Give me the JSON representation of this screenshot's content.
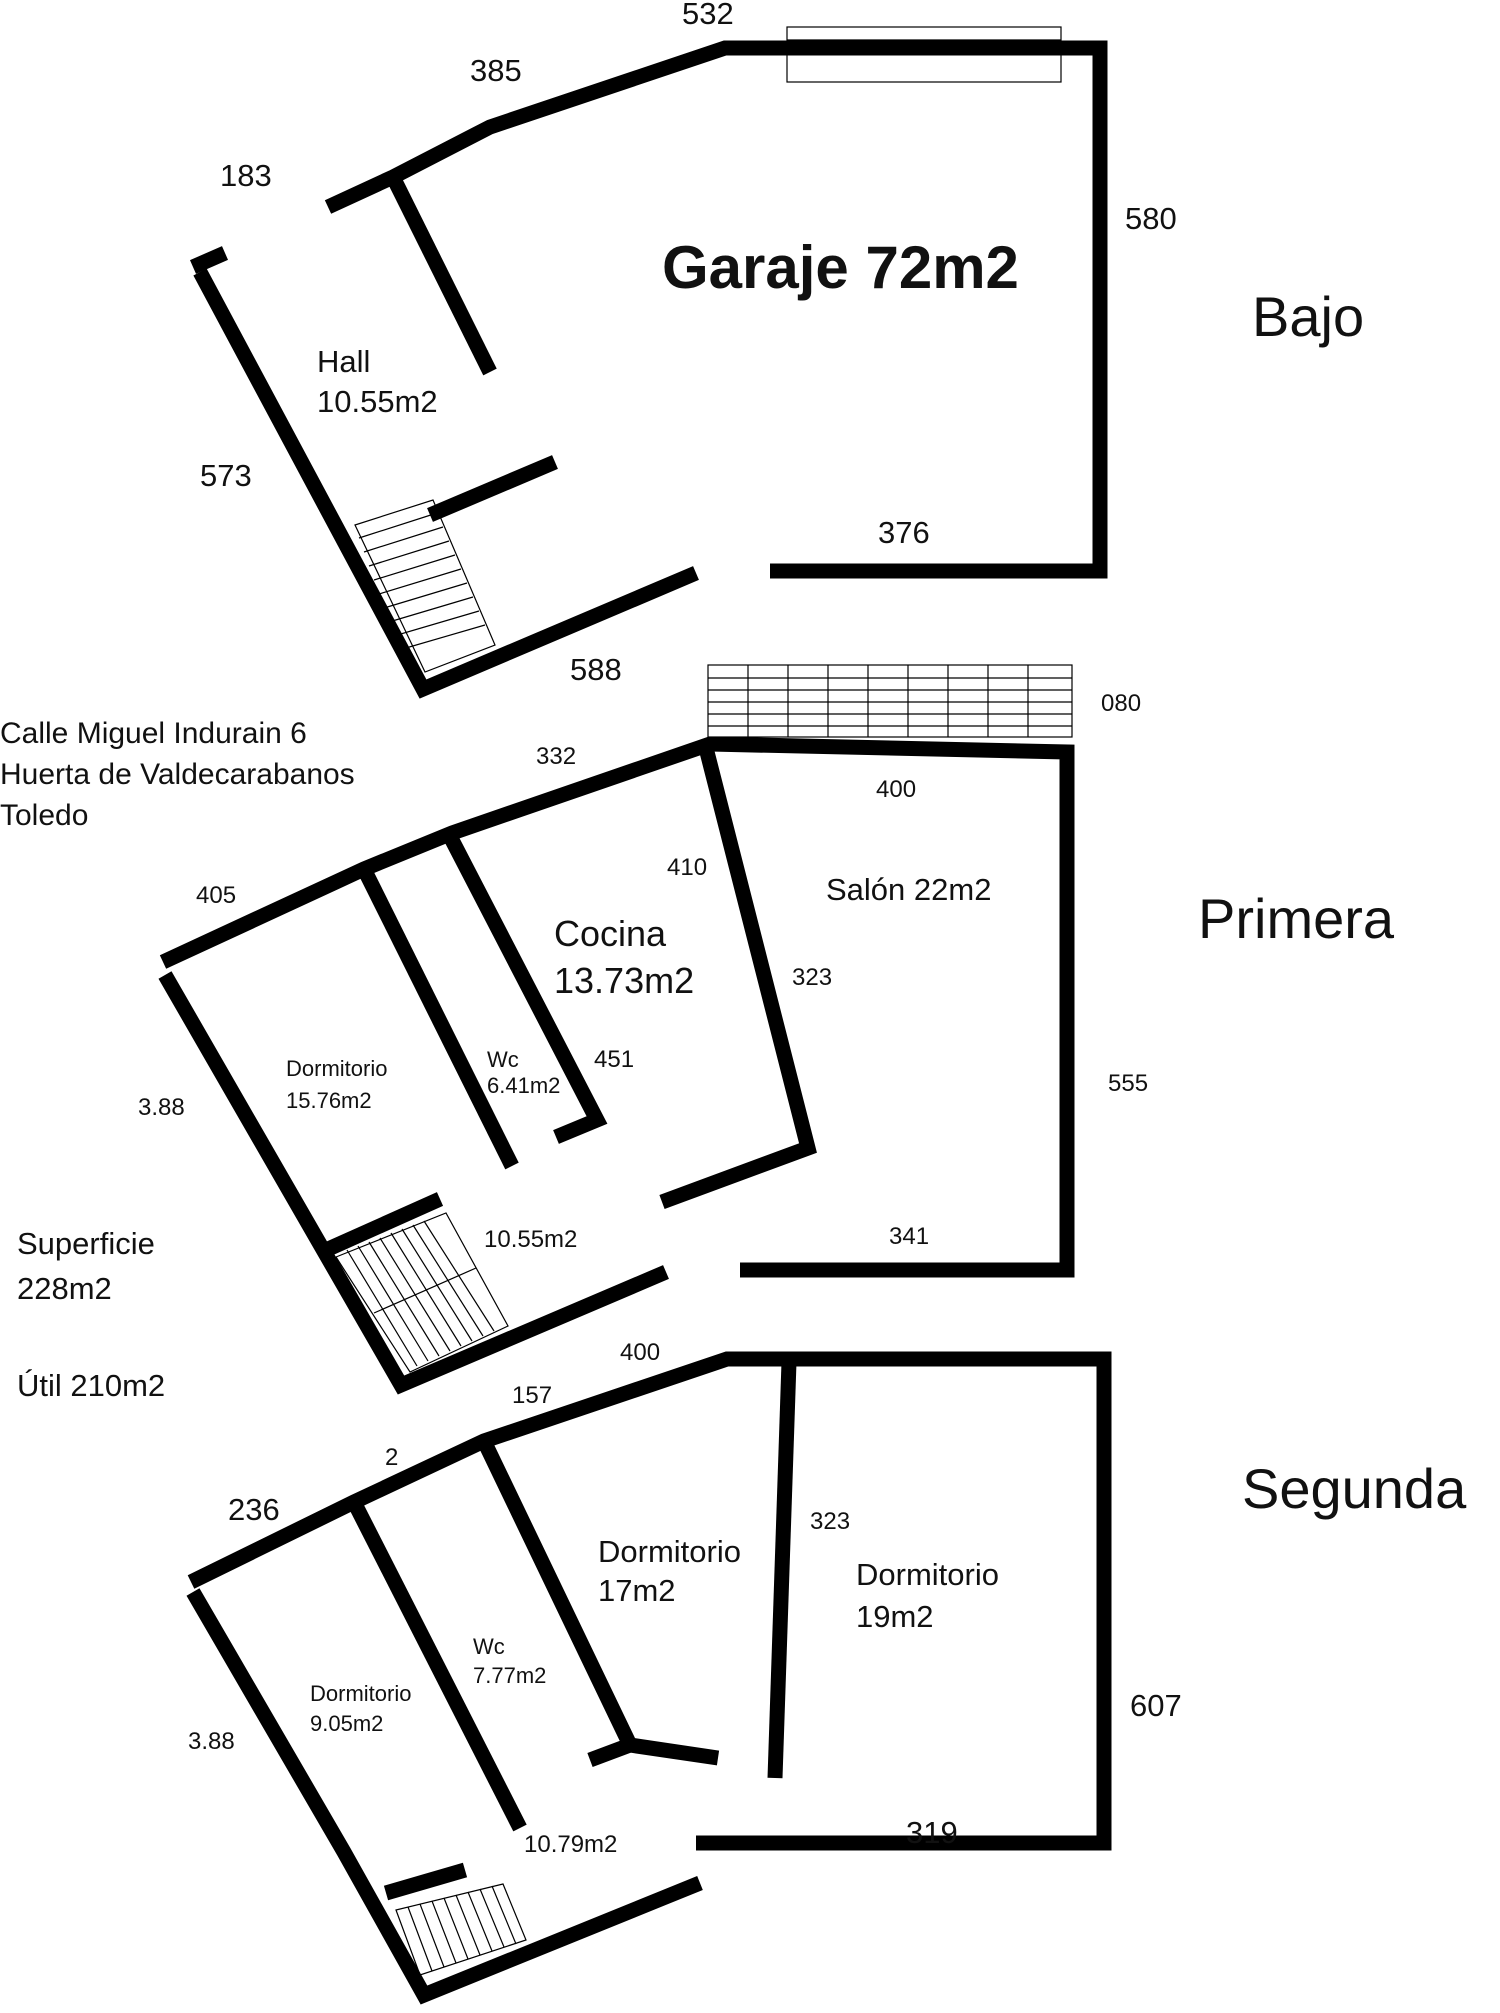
{
  "address": {
    "line1": "Calle Miguel Indurain 6",
    "line2": "Huerta de Valdecarabanos",
    "line3": "Toledo"
  },
  "summary": {
    "superficie_l1": "Superficie",
    "superficie_l2": "228m2",
    "util": "Útil 210m2"
  },
  "bajo": {
    "floor_label": "Bajo",
    "garage": "Garaje 72m2",
    "hall_name": "Hall",
    "hall_area": "10.55m2",
    "dims": {
      "d532": "532",
      "d385": "385",
      "d183": "183",
      "d580": "580",
      "d573": "573",
      "d376": "376",
      "d588": "588"
    }
  },
  "primera": {
    "floor_label": "Primera",
    "terrace_dim": "080",
    "salon": "Salón 22m2",
    "cocina_name": "Cocina",
    "cocina_area": "13.73m2",
    "dorm_name": "Dormitorio",
    "dorm_area": "15.76m2",
    "wc_name": "Wc",
    "wc_area": "6.41m2",
    "hall_area": "10.55m2",
    "dims": {
      "d332": "332",
      "d400": "400",
      "d410": "410",
      "d405": "405",
      "d323": "323",
      "d451": "451",
      "d388": "3.88",
      "d555": "555",
      "d341": "341",
      "d400b": "400"
    }
  },
  "segunda": {
    "floor_label": "Segunda",
    "dorm_a_name": "Dormitorio",
    "dorm_a_area": "17m2",
    "dorm_b_name": "Dormitorio",
    "dorm_b_area": "19m2",
    "dorm_c_name": "Dormitorio",
    "dorm_c_area": "9.05m2",
    "wc_name": "Wc",
    "wc_area": "7.77m2",
    "hall_area": "10.79m2",
    "dims": {
      "d157": "157",
      "d2": "2",
      "d236": "236",
      "d323": "323",
      "d388": "3.88",
      "d607": "607",
      "d319": "319"
    }
  }
}
